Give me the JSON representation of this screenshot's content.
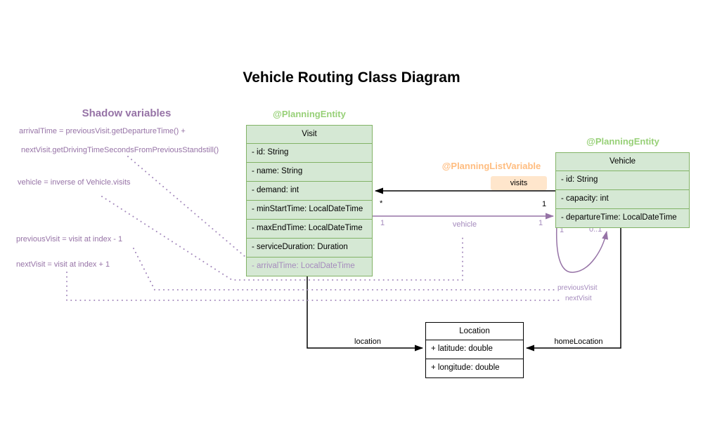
{
  "title": "Vehicle Routing Class Diagram",
  "colors": {
    "green_fill": "#d5e8d4",
    "green_stroke": "#82b366",
    "green_text": "#97d077",
    "orange_text": "#ffbd80",
    "orange_fill": "#ffe6cc",
    "purple": "#9673a6",
    "purple_light": "#a58bbd"
  },
  "shadow": {
    "title": "Shadow variables",
    "line1": "arrivalTime = previousVisit.getDepartureTime() +",
    "line2": "nextVisit.getDrivingTimeSecondsFromPreviousStandstill()",
    "line3": "vehicle = inverse of Vehicle.visits",
    "line4": "previousVisit = visit at index - 1",
    "line5": "nextVisit = visit at index + 1"
  },
  "annotations": {
    "visit": "@PlanningEntity",
    "vehicle": "@PlanningEntity",
    "list_variable": "@PlanningListVariable"
  },
  "classes": {
    "visit": {
      "name": "Visit",
      "attributes": [
        "- id: String",
        "- name: String",
        "- demand: int",
        "- minStartTime: LocalDateTime",
        "- maxEndTime: LocalDateTime",
        "- serviceDuration: Duration",
        "- arrivalTime: LocalDateTime"
      ]
    },
    "vehicle": {
      "name": "Vehicle",
      "attributes": [
        "- id: String",
        "- capacity: int",
        "- departureTime: LocalDateTime"
      ]
    },
    "location": {
      "name": "Location",
      "attributes": [
        "+ latitude: double",
        "+ longitude: double"
      ]
    }
  },
  "relations": {
    "visits_label": "visits",
    "visits_source_mult": "1",
    "visits_target_mult": "*",
    "vehicle_label": "vehicle",
    "vehicle_source_mult": "1",
    "vehicle_target_mult": "1",
    "loop_left_mult": "1",
    "loop_right_mult": "0..1",
    "previous_visit": "previousVisit",
    "next_visit": "nextVisit",
    "location_label": "location",
    "home_location_label": "homeLocation"
  }
}
